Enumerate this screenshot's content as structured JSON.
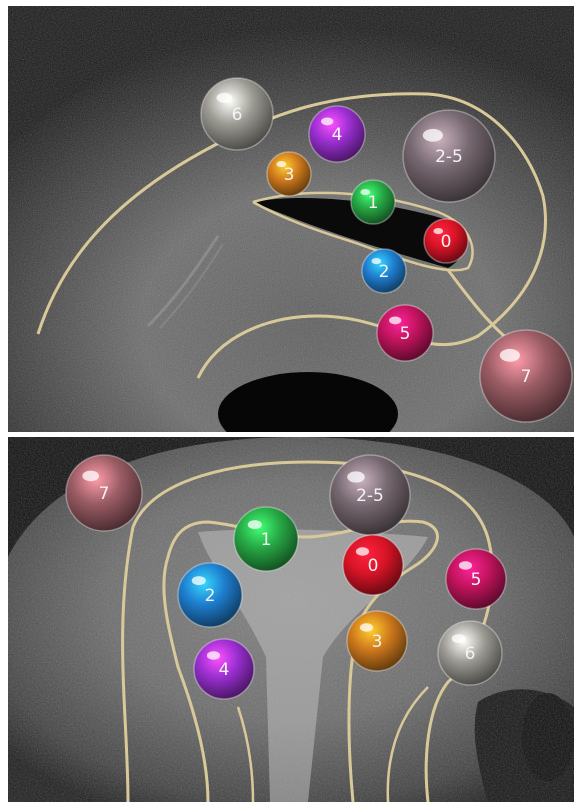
{
  "panels": [
    {
      "name": "transvaginal-sagittal",
      "markers": [
        {
          "label": "6",
          "color": "#9c9a93"
        },
        {
          "label": "4",
          "color": "#9a2fd1"
        },
        {
          "label": "2-5",
          "color": "#766870"
        },
        {
          "label": "3",
          "color": "#cf7a1c"
        },
        {
          "label": "1",
          "color": "#27a845"
        },
        {
          "label": "0",
          "color": "#d81426"
        },
        {
          "label": "2",
          "color": "#1f7fd0"
        },
        {
          "label": "5",
          "color": "#c0145c"
        },
        {
          "label": "7",
          "color": "#9a5c64"
        }
      ]
    },
    {
      "name": "3d-coronal",
      "markers": [
        {
          "label": "7",
          "color": "#9a5c64"
        },
        {
          "label": "2-5",
          "color": "#766870"
        },
        {
          "label": "1",
          "color": "#27a845"
        },
        {
          "label": "0",
          "color": "#d81426"
        },
        {
          "label": "5",
          "color": "#c0145c"
        },
        {
          "label": "2",
          "color": "#1f7fd0"
        },
        {
          "label": "3",
          "color": "#cf7a1c"
        },
        {
          "label": "4",
          "color": "#9a2fd1"
        },
        {
          "label": "6",
          "color": "#9c9a93"
        }
      ]
    }
  ],
  "contour_color": "#d9c898"
}
